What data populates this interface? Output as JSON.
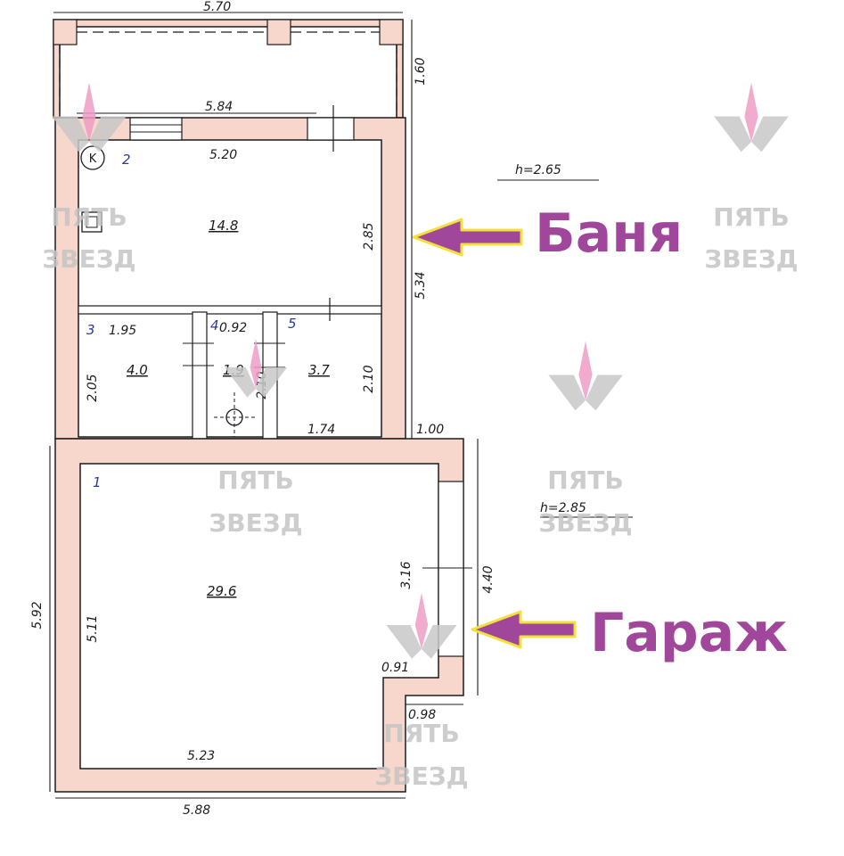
{
  "dimensions": {
    "porch_width": "5.70",
    "porch_depth": "1.60",
    "bath_outer_width": "5.84",
    "bath_inner_width": "5.20",
    "bath_outer_length": "5.34",
    "room2_height": "2.85",
    "room3_width": "1.95",
    "room3_height": "2.05",
    "room4_width": "0.92",
    "room4_height": "2.10",
    "room5_height": "2.10",
    "room5_width": "1.74",
    "offset_step": "1.00",
    "garage_outer_height": "5.92",
    "garage_inner_height": "5.11",
    "garage_inner_width": "5.23",
    "garage_outer_width": "5.88",
    "garage_gate_width": "3.16",
    "garage_right_outer": "4.40",
    "garage_notch_width": "0.91",
    "garage_notch_outer": "0.98"
  },
  "ceiling_heights": {
    "bath": "h=2.65",
    "garage": "h=2.85"
  },
  "rooms": [
    {
      "number": "1",
      "area": "29.6"
    },
    {
      "number": "2",
      "area": "14.8"
    },
    {
      "number": "3",
      "area": "4.0"
    },
    {
      "number": "4",
      "area": "1.9"
    },
    {
      "number": "5",
      "area": "3.7"
    }
  ],
  "stove_marker": "K",
  "labels": {
    "bath": "Баня",
    "garage": "Гараж"
  },
  "watermark": {
    "line1": "ПЯТЬ",
    "line2": "ЗВЕЗД"
  },
  "colors": {
    "wall_fill": "#f7d6cc",
    "line": "#1c1c1c",
    "label_text": "#a0479c",
    "arrow_fill": "#a0479c",
    "arrow_outline": "#f2e13a",
    "watermark_pink": "#ee9cc4",
    "watermark_gray": "#c4c4c4"
  }
}
